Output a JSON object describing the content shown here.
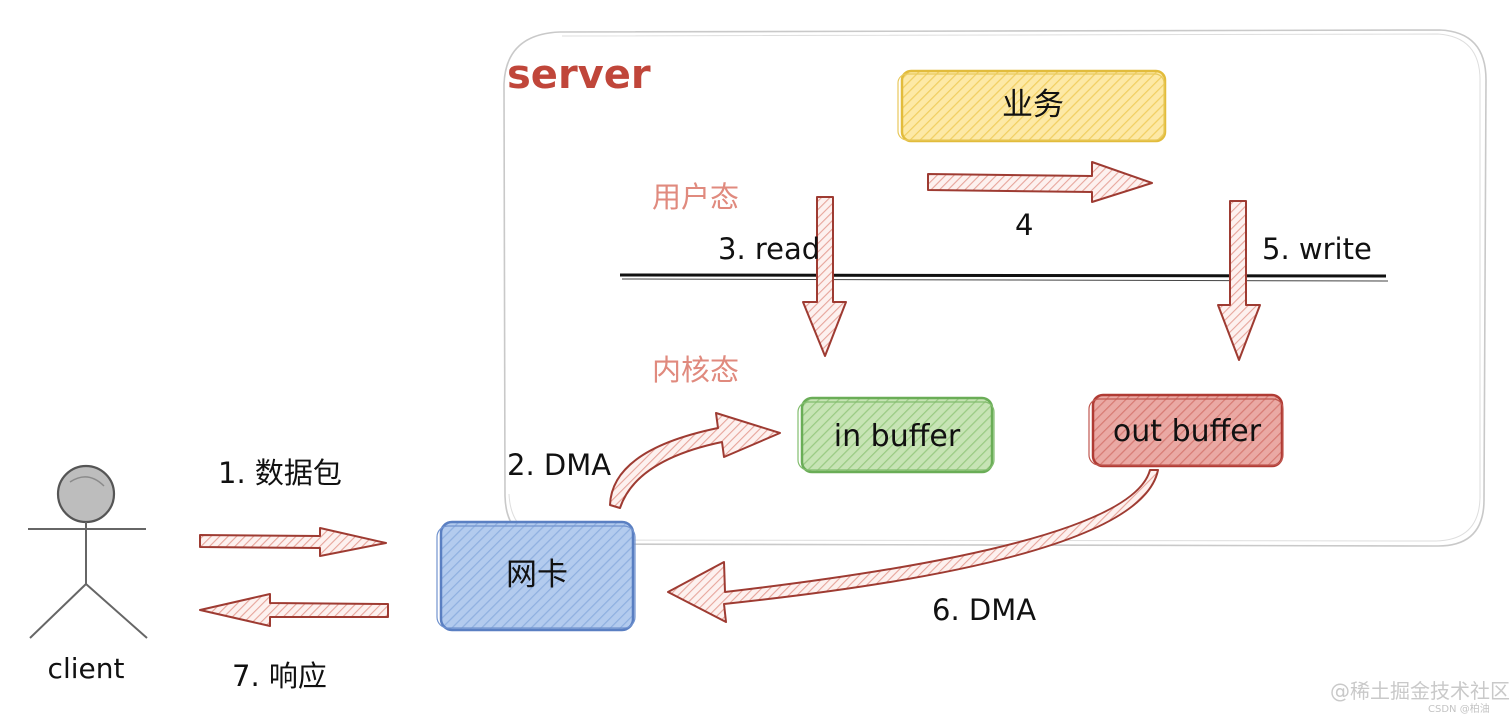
{
  "server": {
    "label": "server"
  },
  "boxes": {
    "business": "业务",
    "in_buffer": "in buffer",
    "out_buffer": "out buffer",
    "nic": "网卡"
  },
  "states": {
    "user": "用户态",
    "kernel": "内核态"
  },
  "steps": {
    "s1": "1. 数据包",
    "s2": "2. DMA",
    "s3": "3. read",
    "s4": "4",
    "s5": "5. write",
    "s6": "6. DMA",
    "s7": "7. 响应"
  },
  "actor": {
    "label": "client"
  },
  "watermark": {
    "main": "@稀土掘金技术社区",
    "sub": "CSDN @柏油"
  },
  "colors": {
    "server_text": "#c0463a",
    "state_text": "#e08a7e",
    "arrow_stroke": "#9e3b32",
    "arrow_hatch": "#e7a59b",
    "business_fill": "#fbe49a",
    "business_stroke": "#e2bc3c",
    "in_fill": "#b9dca4",
    "in_stroke": "#6aad57",
    "out_fill": "#e59a95",
    "out_stroke": "#b03b34",
    "nic_fill": "#a7c1e8",
    "nic_stroke": "#5a7fc2",
    "server_border": "#c9c9c9"
  }
}
